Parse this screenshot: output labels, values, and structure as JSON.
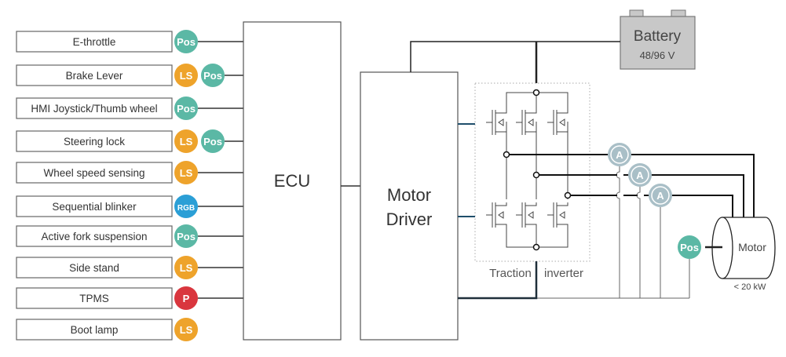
{
  "peripherals": [
    {
      "label": "E-throttle",
      "sensors": [
        "Pos"
      ],
      "connected": true
    },
    {
      "label": "Brake Lever",
      "sensors": [
        "LS",
        "Pos"
      ],
      "connected": true
    },
    {
      "label": "HMI Joystick/Thumb wheel",
      "sensors": [
        "Pos"
      ],
      "connected": true
    },
    {
      "label": "Steering lock",
      "sensors": [
        "LS",
        "Pos"
      ],
      "connected": true
    },
    {
      "label": "Wheel speed sensing",
      "sensors": [
        "LS"
      ],
      "connected": true
    },
    {
      "label": "Sequential blinker",
      "sensors": [
        "RGB"
      ],
      "connected": true
    },
    {
      "label": "Active fork suspension",
      "sensors": [
        "Pos"
      ],
      "connected": true
    },
    {
      "label": "Side stand",
      "sensors": [
        "LS"
      ],
      "connected": true
    },
    {
      "label": "TPMS",
      "sensors": [
        "P"
      ],
      "connected": true
    },
    {
      "label": "Boot lamp",
      "sensors": [
        "LS"
      ],
      "connected": false
    }
  ],
  "sensor_colors": {
    "Pos": "#5bb8a5",
    "LS": "#eea32b",
    "RGB": "#2b9fd6",
    "P": "#d9363e",
    "A": "#a9bfc7"
  },
  "ecu": {
    "label": "ECU"
  },
  "motor_driver": {
    "line1": "Motor",
    "line2": "Driver"
  },
  "battery": {
    "label": "Battery",
    "voltage": "48/96 V",
    "color": "#c8c8c8"
  },
  "inverter": {
    "label_left": "Traction",
    "label_right": "inverter"
  },
  "current_sensors": [
    "A",
    "A",
    "A"
  ],
  "motor": {
    "label": "Motor",
    "rating": "< 20 kW",
    "position_sensor": "Pos"
  }
}
